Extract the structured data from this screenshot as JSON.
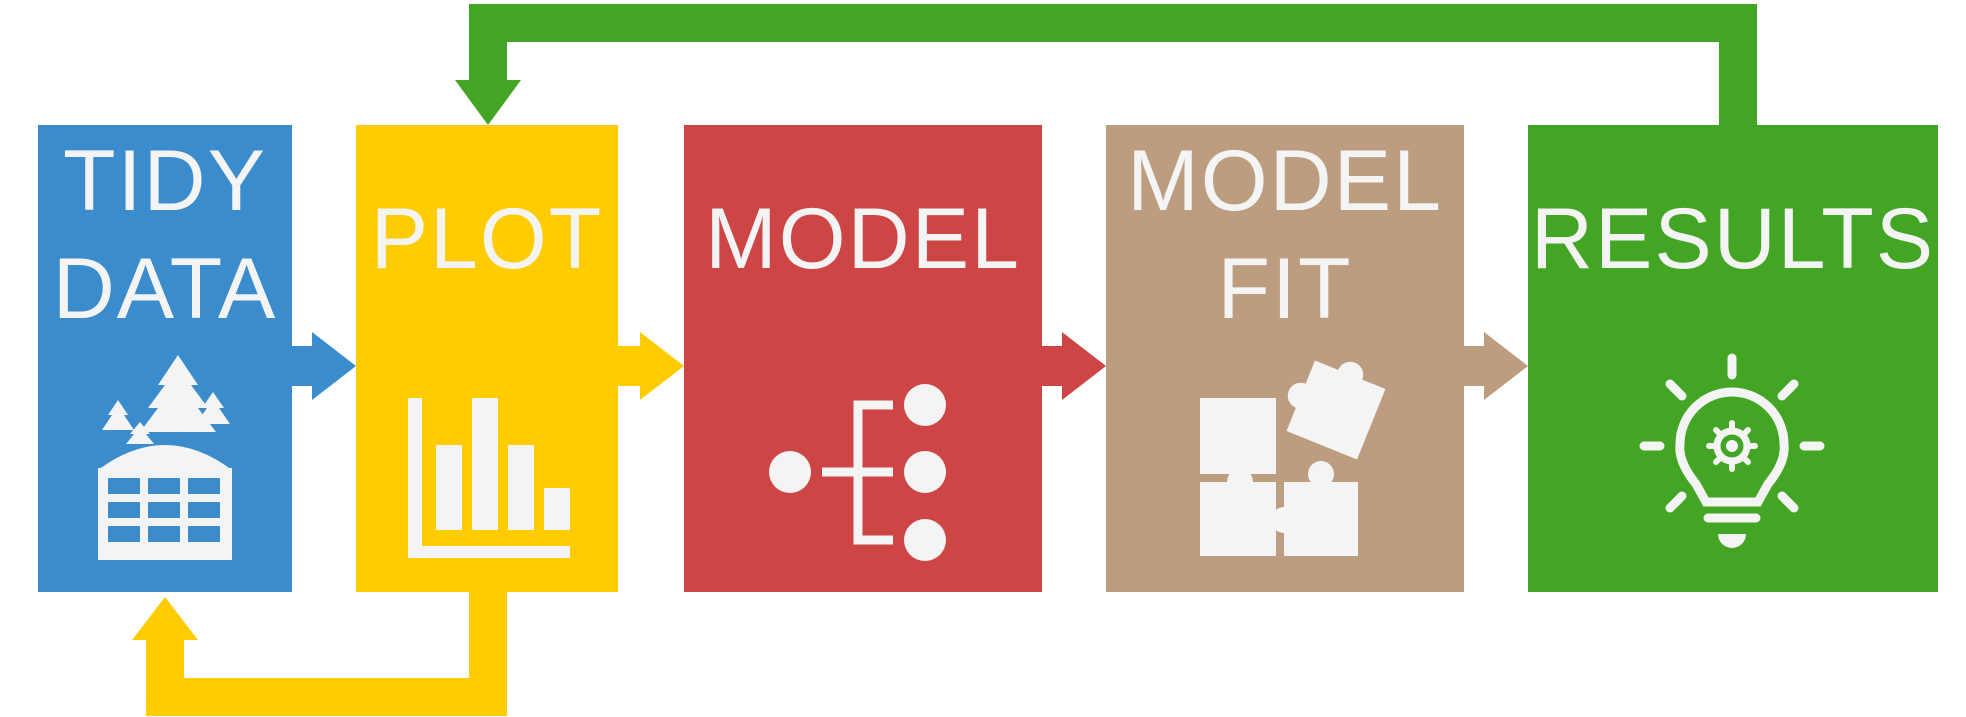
{
  "colors": {
    "tidy_data": "#3a8ccd",
    "plot": "#fecc00",
    "model": "#cd4545",
    "model_fit": "#bd9d80",
    "results": "#43a524",
    "icon": "#f4f4f4"
  },
  "steps": [
    {
      "id": "tidy-data",
      "label_lines": [
        "TIDY",
        "DATA"
      ],
      "icon": "trees-grid-icon"
    },
    {
      "id": "plot",
      "label_lines": [
        "PLOT"
      ],
      "icon": "bar-chart-icon"
    },
    {
      "id": "model",
      "label_lines": [
        "MODEL"
      ],
      "icon": "model-tree-icon"
    },
    {
      "id": "model-fit",
      "label_lines": [
        "MODEL",
        "FIT"
      ],
      "icon": "puzzle-icon"
    },
    {
      "id": "results",
      "label_lines": [
        "RESULTS"
      ],
      "icon": "lightbulb-gear-icon"
    }
  ],
  "feedback_arrows": [
    {
      "from": "results",
      "to": "plot",
      "color": "#43a524"
    },
    {
      "from": "plot",
      "to": "tidy-data",
      "color": "#fecc00"
    }
  ]
}
